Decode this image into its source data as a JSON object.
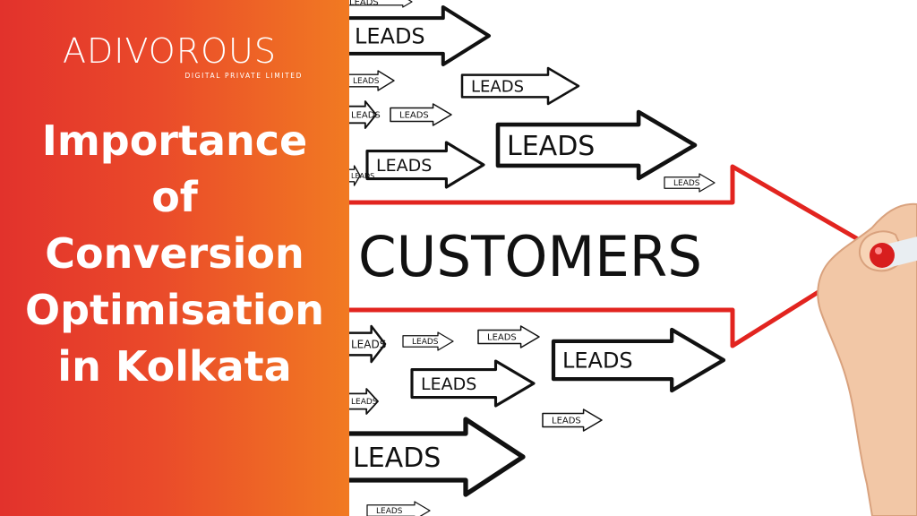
{
  "brand": {
    "name": "ADIVOROUS",
    "subtitle": "DIGITAL PRIVATE LIMITED",
    "accent_color": "#ffffff"
  },
  "headline": {
    "lines": [
      "Importance",
      "of",
      "Conversion",
      "Optimisation",
      "in Kolkata"
    ]
  },
  "illustration": {
    "center_label": "CUSTOMERS",
    "arrow_label": "LEADS",
    "big_arrow_color": "#e2241f",
    "marker_color": "#d81e1e",
    "panel_gradient": [
      "#e2322c",
      "#f17a22"
    ]
  }
}
